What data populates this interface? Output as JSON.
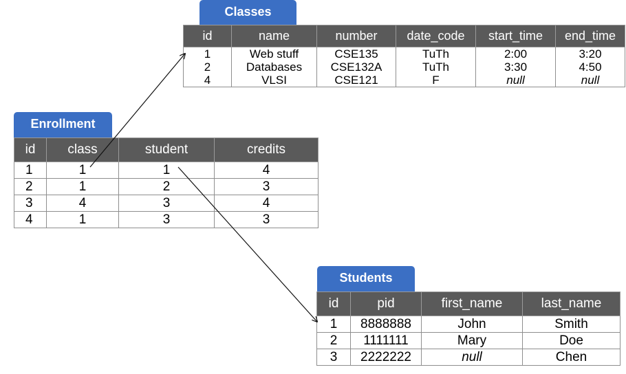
{
  "classes": {
    "title": "Classes",
    "columns": [
      "id",
      "name",
      "number",
      "date_code",
      "start_time",
      "end_time"
    ],
    "rows": [
      [
        "1",
        "Web stuff",
        "CSE135",
        "TuTh",
        "2:00",
        "3:20"
      ],
      [
        "2",
        "Databases",
        "CSE132A",
        "TuTh",
        "3:30",
        "4:50"
      ],
      [
        "4",
        "VLSI",
        "CSE121",
        "F",
        "null",
        "null"
      ]
    ]
  },
  "enrollment": {
    "title": "Enrollment",
    "columns": [
      "id",
      "class",
      "student",
      "credits"
    ],
    "rows": [
      [
        "1",
        "1",
        "1",
        "4"
      ],
      [
        "2",
        "1",
        "2",
        "3"
      ],
      [
        "3",
        "4",
        "3",
        "4"
      ],
      [
        "4",
        "1",
        "3",
        "3"
      ]
    ]
  },
  "students": {
    "title": "Students",
    "columns": [
      "id",
      "pid",
      "first_name",
      "last_name"
    ],
    "rows": [
      [
        "1",
        "8888888",
        "John",
        "Smith"
      ],
      [
        "2",
        "1111111",
        "Mary",
        "Doe"
      ],
      [
        "3",
        "2222222",
        "null",
        "Chen"
      ]
    ]
  }
}
